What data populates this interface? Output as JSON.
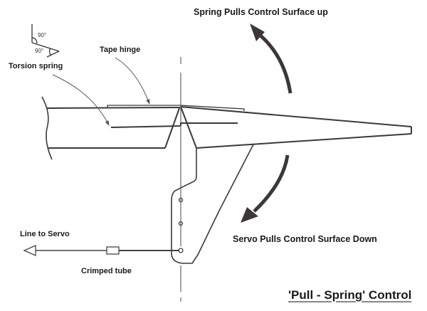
{
  "title": "'Pull - Spring' Control",
  "labels": {
    "spring_pulls": "Spring Pulls Control Surface up",
    "servo_pulls": "Servo Pulls Control Surface Down",
    "tape_hinge": "Tape hinge",
    "torsion_spring": "Torsion spring",
    "line_to_servo": "Line to Servo",
    "crimped_tube": "Crimped tube"
  },
  "angle_legend": {
    "angle_1": "90°",
    "angle_2": "90°"
  },
  "colors": {
    "line": "#3a3a3a",
    "arrow": "#3d3738",
    "text": "#1a1a1a"
  }
}
